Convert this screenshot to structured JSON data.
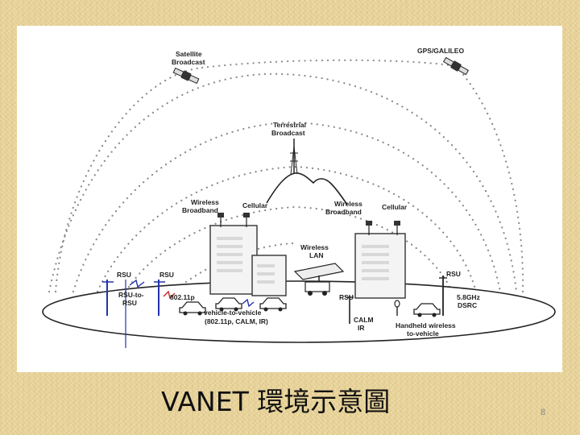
{
  "slide": {
    "title": "VANET 環境示意圖",
    "page_number": "8"
  },
  "diagram": {
    "labels": {
      "satellite_line1": "Satellite",
      "satellite_line2": "Broadcast",
      "gps": "GPS/GALILEO",
      "terrestrial_line1": "Terrestrial",
      "terrestrial_line2": "Broadcast",
      "wireless_broadband_left_line1": "Wireless",
      "wireless_broadband_left_line2": "Broadband",
      "cellular_left": "Cellular",
      "wireless_broadband_right_line1": "Wireless",
      "wireless_broadband_right_line2": "Broadband",
      "cellular_right": "Cellular",
      "wireless_lan_line1": "Wireless",
      "wireless_lan_line2": "LAN",
      "rsu_1": "RSU",
      "rsu_2": "RSU",
      "rsu_to_rsu_line1": "RSU-to-",
      "rsu_to_rsu_line2": "RSU",
      "p80211": "802.11p",
      "v2v_line1": "vehicle-to-vehicle",
      "v2v_line2": "(802.11p, CALM, IR)",
      "rsu_center": "RSU",
      "calm_ir_line1": "CALM",
      "calm_ir_line2": "IR",
      "rsu_right": "RSU",
      "dsrc_line1": "5.8GHz",
      "dsrc_line2": "DSRC",
      "handheld_line1": "Handheld wireless",
      "handheld_line2": "to-vehicle"
    }
  }
}
